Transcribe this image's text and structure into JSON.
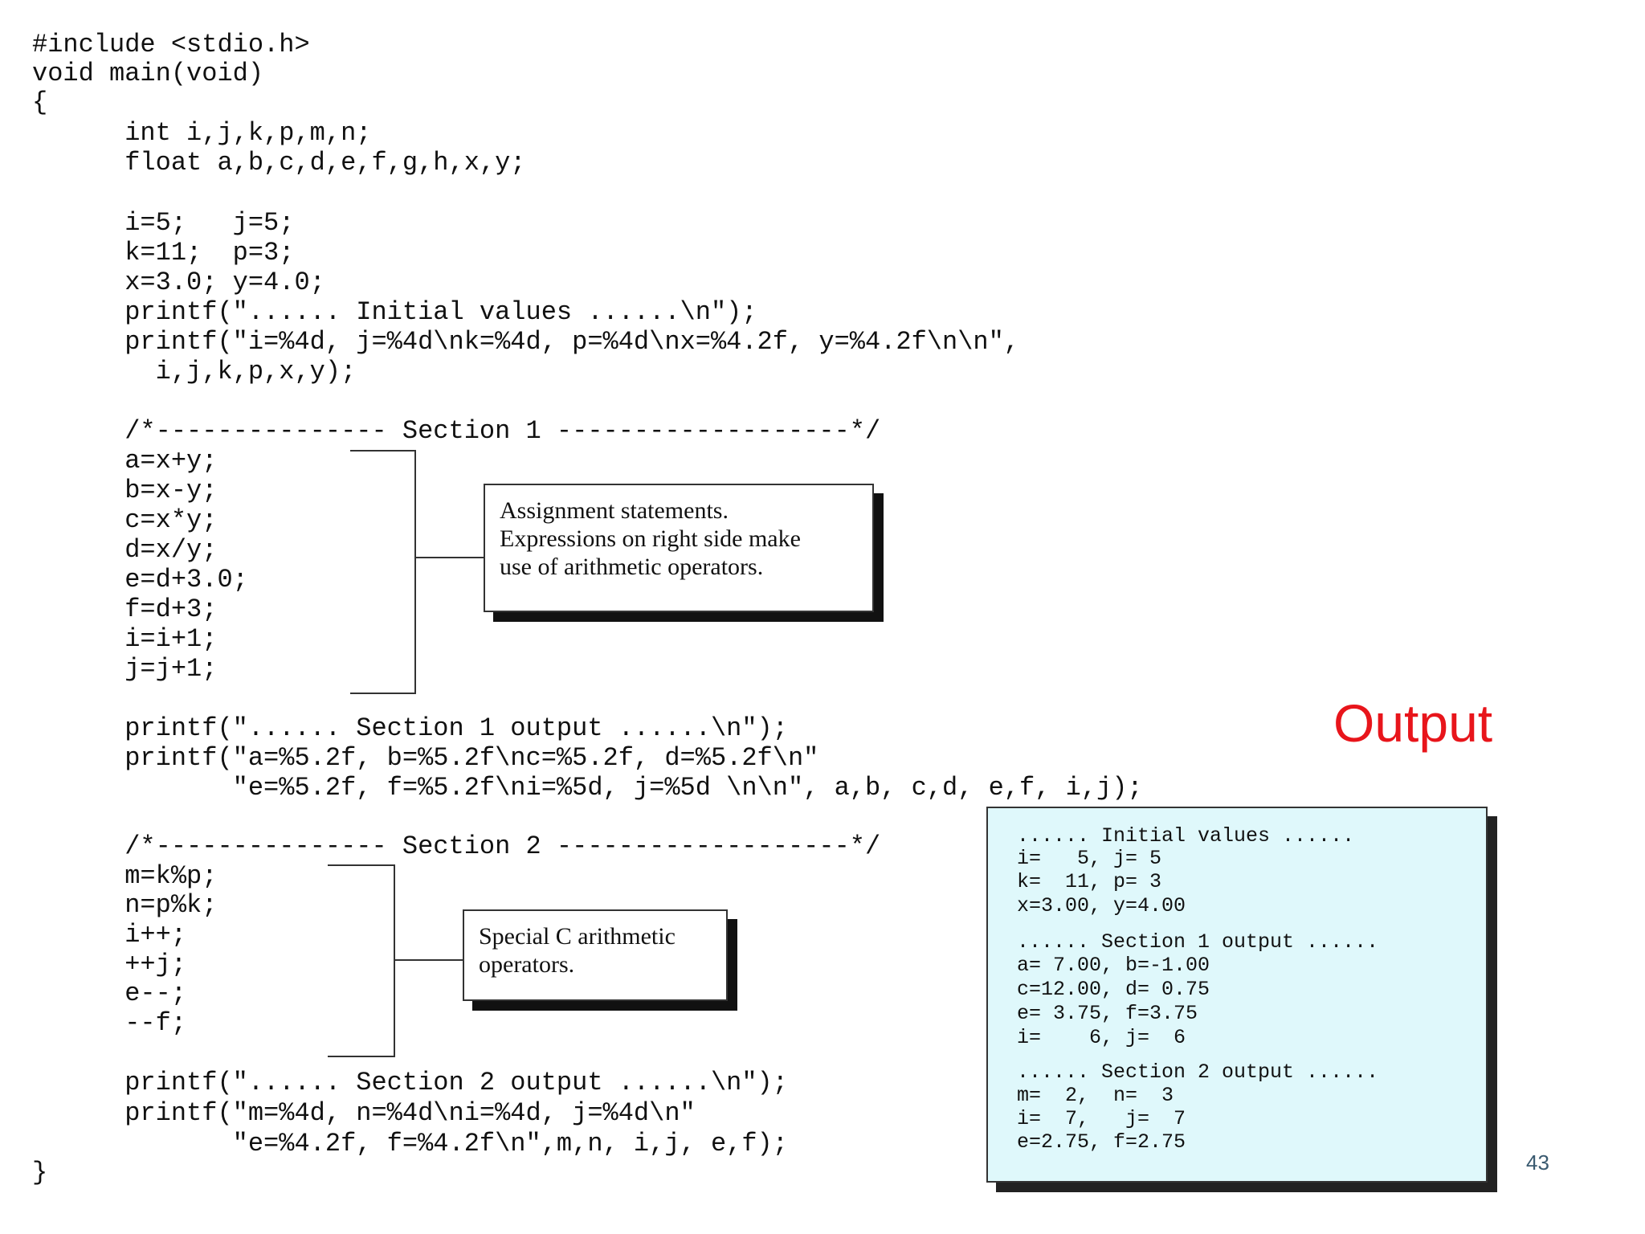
{
  "code": {
    "lines": [
      "#include <stdio.h>",
      "void main(void)",
      "{",
      "      int i,j,k,p,m,n;",
      "      float a,b,c,d,e,f,g,h,x,y;",
      "",
      "      i=5;   j=5;",
      "      k=11;  p=3;",
      "      x=3.0; y=4.0;",
      "      printf(\"...... Initial values ......\\n\");",
      "      printf(\"i=%4d, j=%4d\\nk=%4d, p=%4d\\nx=%4.2f, y=%4.2f\\n\\n\",",
      "        i,j,k,p,x,y);",
      "",
      "      /*--------------- Section 1 -------------------*/",
      "      a=x+y;",
      "      b=x-y;",
      "      c=x*y;",
      "      d=x/y;",
      "      e=d+3.0;",
      "      f=d+3;",
      "      i=i+1;",
      "      j=j+1;",
      "",
      "      printf(\"...... Section 1 output ......\\n\");",
      "      printf(\"a=%5.2f, b=%5.2f\\nc=%5.2f, d=%5.2f\\n\"",
      "             \"e=%5.2f, f=%5.2f\\ni=%5d, j=%5d \\n\\n\", a,b, c,d, e,f, i,j);",
      "",
      "      /*--------------- Section 2 -------------------*/",
      "      m=k%p;",
      "      n=p%k;",
      "      i++;",
      "      ++j;",
      "      e--;",
      "      --f;",
      "",
      "      printf(\"...... Section 2 output ......\\n\");",
      "      printf(\"m=%4d, n=%4d\\ni=%4d, j=%4d\\n\"",
      "             \"e=%4.2f, f=%4.2f\\n\",m,n, i,j, e,f);",
      "}"
    ]
  },
  "callouts": {
    "assignment": {
      "lines": [
        "Assignment statements.",
        "Expressions on right side make",
        "use of arithmetic operators."
      ]
    },
    "special": {
      "lines": [
        "Special C arithmetic",
        "operators."
      ]
    }
  },
  "output": {
    "heading": "Output",
    "lines": [
      "...... Initial values ......",
      "i=   5, j= 5",
      "k=  11, p= 3",
      "x=3.00, y=4.00",
      "...... Section 1 output ......",
      "a= 7.00, b=-1.00",
      "c=12.00, d= 0.75",
      "e= 3.75, f=3.75",
      "i=    6, j=  6",
      "...... Section 2 output ......",
      "m=  2,  n=  3",
      "i=  7,   j=  7",
      "e=2.75, f=2.75"
    ]
  },
  "page_number": "43",
  "colors": {
    "output_heading": "#e8151b",
    "output_box_bg": "#dff8fb",
    "page_number": "#3a5a70"
  }
}
